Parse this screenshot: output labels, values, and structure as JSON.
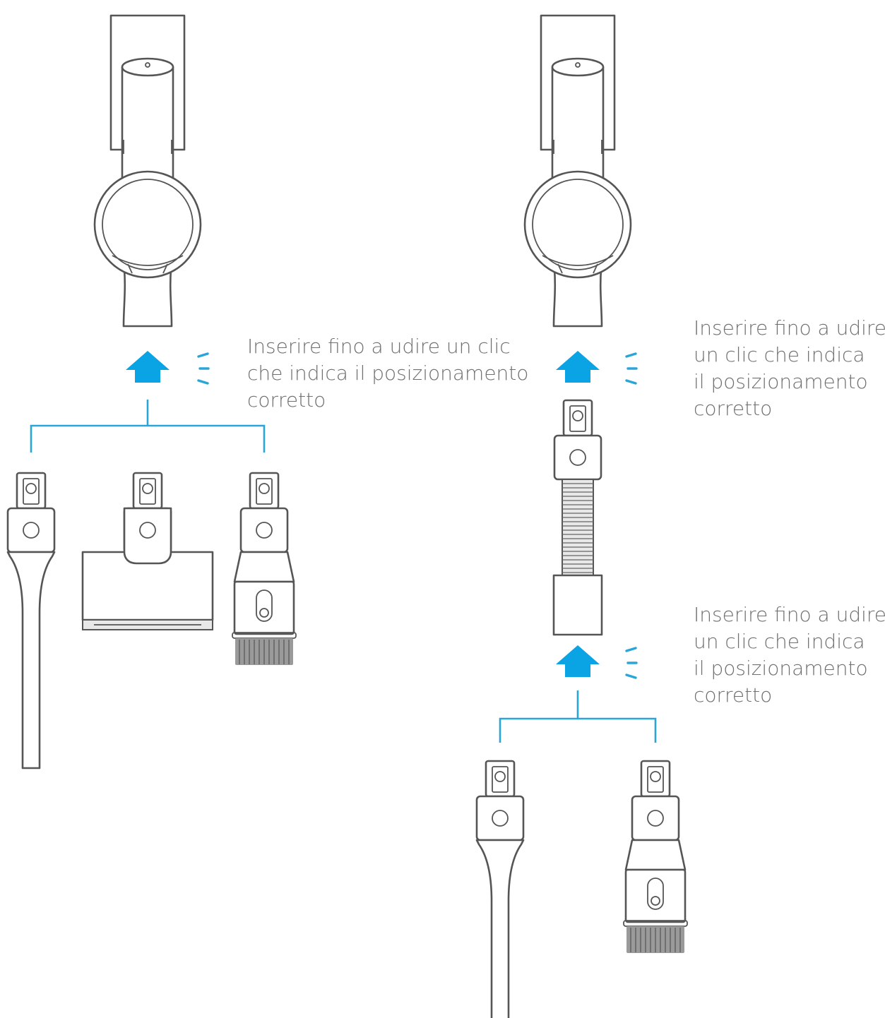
{
  "instructions": {
    "caption_1": [
      "Inserire fino a udire un clic",
      "che indica il posizionamento",
      "corretto"
    ],
    "caption_2": [
      "Inserire fino a udire",
      "un clic che indica",
      "il posizionamento",
      "corretto"
    ],
    "caption_3": [
      "Inserire fino a udire",
      "un clic che indica",
      "il posizionamento",
      "corretto"
    ]
  },
  "colors": {
    "arrow": "#0aa3e3",
    "connector": "#2aa5d8",
    "outline": "#555555",
    "text": "#6f6f6f"
  },
  "icons": {
    "insert_arrow": "arrow-up-icon",
    "click_sound": "click-sound-icon"
  }
}
